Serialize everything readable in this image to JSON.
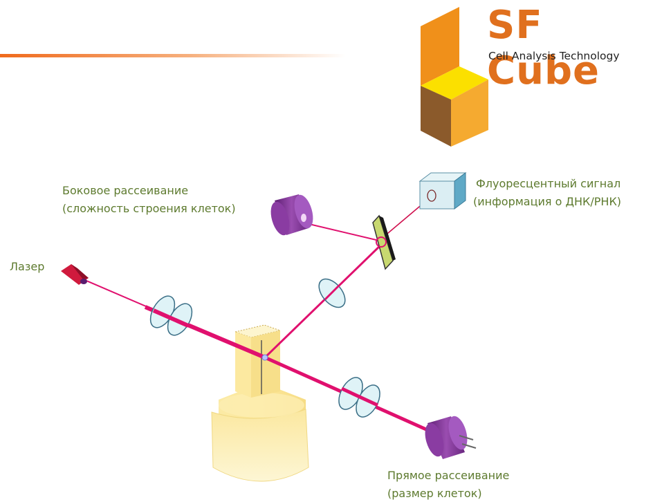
{
  "brand": {
    "name": "SF Cube",
    "tagline": "Cell Analysis Technology",
    "colors": {
      "orange": "#f0901a",
      "yellow": "#fbe000",
      "brown": "#8b5a2b",
      "amber": "#f5aa30",
      "text": "#e0701e"
    }
  },
  "labels": {
    "laser": "Лазер",
    "side_scatter_1": "Боковое рассеивание",
    "side_scatter_2": "(сложность строения клеток)",
    "fluorescence_1": "Флуоресцентный сигнал",
    "fluorescence_2": "(информация о ДНК/РНК)",
    "forward_scatter_1": "Прямое рассеивание",
    "forward_scatter_2": "(размер клеток)"
  },
  "colors": {
    "beam": "#e0106e",
    "label_text": "#5d7a2e",
    "detector": "#7a2a8e",
    "lens": "#dff3f7",
    "flow_cell": "#fbeaa4"
  }
}
